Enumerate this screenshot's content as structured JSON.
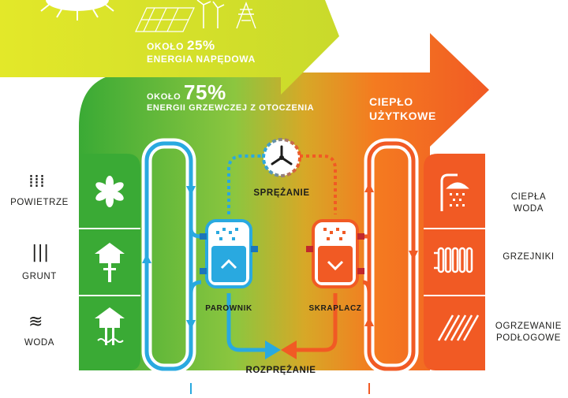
{
  "top": {
    "drive_prefix": "około",
    "drive_percent": "25%",
    "drive_label": "ENERGIA NAPĘDOWA",
    "ambient_prefix": "około",
    "ambient_percent": "75%",
    "ambient_label": "ENERGII GRZEWCZEJ Z OTOCZENIA",
    "useful_heat_line1": "CIEPŁO",
    "useful_heat_line2": "UŻYTKOWE"
  },
  "sources": [
    {
      "label": "POWIETRZE",
      "glyph": "grid-dots-icon"
    },
    {
      "label": "GRUNT",
      "glyph": "vertical-bars-icon"
    },
    {
      "label": "WODA",
      "glyph": "waves-icon"
    }
  ],
  "outputs": [
    {
      "line1": "CIEPŁA",
      "line2": "WODA"
    },
    {
      "line1": "GRZEJNIKI",
      "line2": ""
    },
    {
      "line1": "OGRZEWANIE",
      "line2": "PODŁOGOWE"
    }
  ],
  "process": {
    "compression": "SPRĘŻANIE",
    "evaporator": "PAROWNIK",
    "condenser": "SKRAPLACZ",
    "expansion": "ROZPRĘŻANIE"
  },
  "colors": {
    "yellow": "#d6df1f",
    "green": "#3aaa35",
    "orange": "#f15a24",
    "blue": "#29a9e0",
    "blue_dark": "#1b75bb",
    "dark": "#1d1d1b"
  }
}
